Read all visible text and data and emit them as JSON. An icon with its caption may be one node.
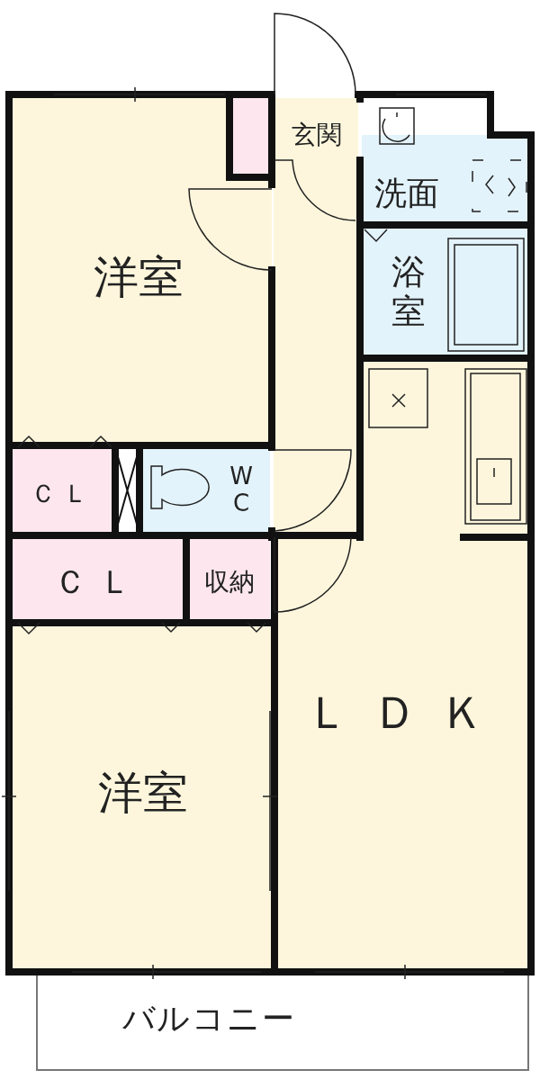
{
  "diagram": {
    "nodes": [
      {
        "text": [
          "洋室"
        ]
      },
      {
        "text": [
          "玄関"
        ]
      },
      {
        "text": [
          "洗面"
        ]
      },
      {
        "text": [
          "浴室"
        ]
      },
      {
        "text": [
          "ＣＬ"
        ]
      },
      {
        "text": [
          "W C"
        ]
      },
      {
        "text": [
          "ＣＬ"
        ]
      },
      {
        "text": [
          "収納"
        ]
      },
      {
        "text": [
          "洋室"
        ]
      },
      {
        "text": [
          "ＬＤＫ"
        ]
      },
      {
        "text": [
          "バルコニー"
        ]
      }
    ]
  }
}
